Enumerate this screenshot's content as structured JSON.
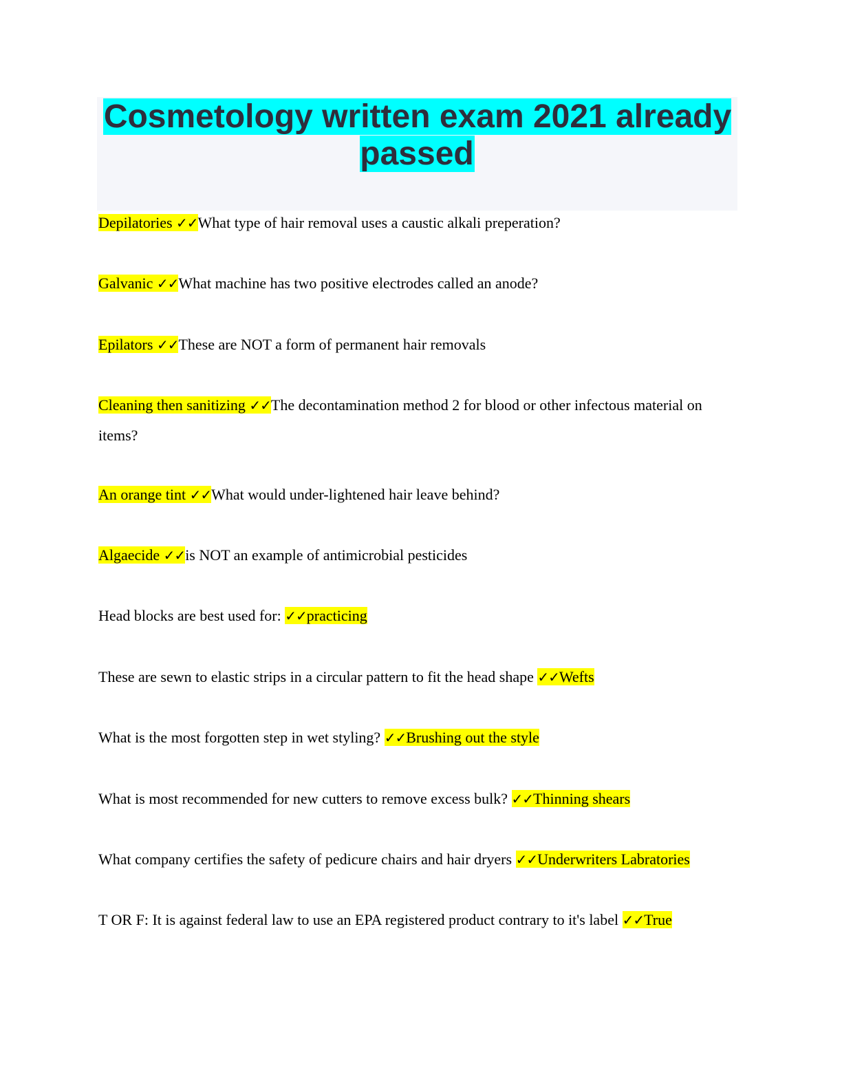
{
  "document": {
    "title": "Cosmetology written exam 2021 already passed",
    "check_glyph": "✓✓",
    "colors": {
      "title_highlight": "#00ffff",
      "answer_highlight": "#ffff00",
      "header_background": "#f5f6fa",
      "title_text": "#2e2e3c"
    },
    "items": [
      {
        "answer": "Depilatories",
        "question": "What type of hair removal uses a caustic alkali preperation?",
        "order": "answer-first"
      },
      {
        "answer": "Galvanic",
        "question": "What machine has two positive electrodes called an anode?",
        "order": "answer-first"
      },
      {
        "answer": "Epilators",
        "question": "These are NOT a form of permanent hair removals",
        "order": "answer-first"
      },
      {
        "answer": "Cleaning then sanitizing",
        "question": "The decontamination method 2 for blood or other infectous material on items?",
        "order": "answer-first"
      },
      {
        "answer": "An orange tint",
        "question": "What would under-lightened hair leave behind?",
        "order": "answer-first"
      },
      {
        "answer": "Algaecide",
        "question": "is NOT an example of antimicrobial pesticides",
        "order": "answer-first"
      },
      {
        "question": "Head blocks are best used for: ",
        "answer": "practicing",
        "order": "question-first"
      },
      {
        "question": "These are sewn to elastic strips in a circular pattern to fit the head shape ",
        "answer": "Wefts",
        "order": "question-first"
      },
      {
        "question": "What is the most forgotten step in wet styling? ",
        "answer": "Brushing out the style",
        "order": "question-first"
      },
      {
        "question": "What is most recommended for new cutters to remove excess bulk? ",
        "answer": "Thinning shears",
        "order": "question-first"
      },
      {
        "question": "What company certifies the safety of pedicure chairs and hair dryers ",
        "answer": "Underwriters Labratories",
        "order": "question-first"
      },
      {
        "question": "T OR F: It is against federal law to use an EPA registered product contrary to it's label ",
        "answer": "True",
        "order": "question-first"
      }
    ]
  }
}
